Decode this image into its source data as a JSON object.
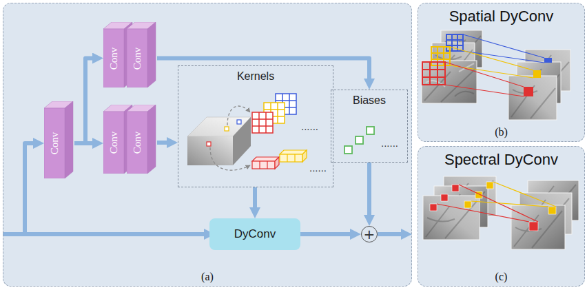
{
  "diagram": {
    "nodes": [
      {
        "text": [
          "(a)"
        ]
      },
      {
        "text": [
          "Conv"
        ],
        "in": 0
      },
      {
        "text": [
          "Conv"
        ],
        "in": 0
      },
      {
        "text": [
          "Conv"
        ],
        "in": 0
      },
      {
        "text": [
          "Conv"
        ],
        "in": 0
      },
      {
        "text": [
          "Conv"
        ],
        "in": 0
      },
      {
        "text": [
          "Kernels"
        ],
        "in": 0
      },
      {
        "text": [
          "Biases"
        ],
        "in": 0
      },
      {
        "text": [
          "DyConv"
        ],
        "in": 0
      },
      {
        "text": [
          "+"
        ],
        "in": 0
      },
      {
        "text": [
          "Spatial DyConv",
          "(b)"
        ]
      },
      {
        "text": [
          "Spectral DyConv",
          "(c)"
        ]
      }
    ],
    "edges": [
      {
        "from": 1,
        "to": 2,
        "arrow": "to"
      },
      {
        "from": 1,
        "to": 4,
        "arrow": "to"
      },
      {
        "from": 3,
        "to": 7,
        "arrow": "to"
      },
      {
        "from": 5,
        "to": 6,
        "arrow": "to"
      },
      {
        "from": 6,
        "to": 8,
        "arrow": "to"
      },
      {
        "from": 7,
        "to": 9,
        "arrow": "to"
      },
      {
        "from": 8,
        "to": 9,
        "arrow": "to"
      }
    ],
    "labels": [
      "......",
      "......",
      "......"
    ]
  }
}
